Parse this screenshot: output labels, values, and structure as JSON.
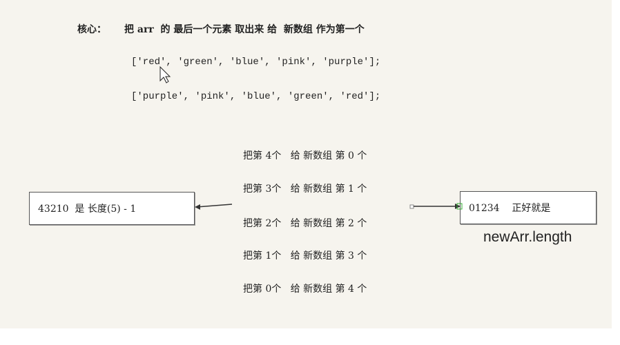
{
  "title": {
    "label": "核心：",
    "text": "把 arr  的 最后一个元素 取出来 给  新数组 作为第一个"
  },
  "arrays": [
    "['red', 'green', 'blue', 'pink', 'purple'];",
    "['purple', 'pink', 'blue', 'green', 'red'];"
  ],
  "steps": [
    "把第 4个   给 新数组 第 0 个",
    "把第 3个   给 新数组 第 1 个",
    "把第 2个   给 新数组 第 2 个",
    "把第 1个   给 新数组 第 3 个",
    "把第 0个   给 新数组 第 4 个"
  ],
  "left_box": "43210  是 长度(5) - 1",
  "right_box": "01234    正好就是",
  "right_caption": "newArr.length"
}
